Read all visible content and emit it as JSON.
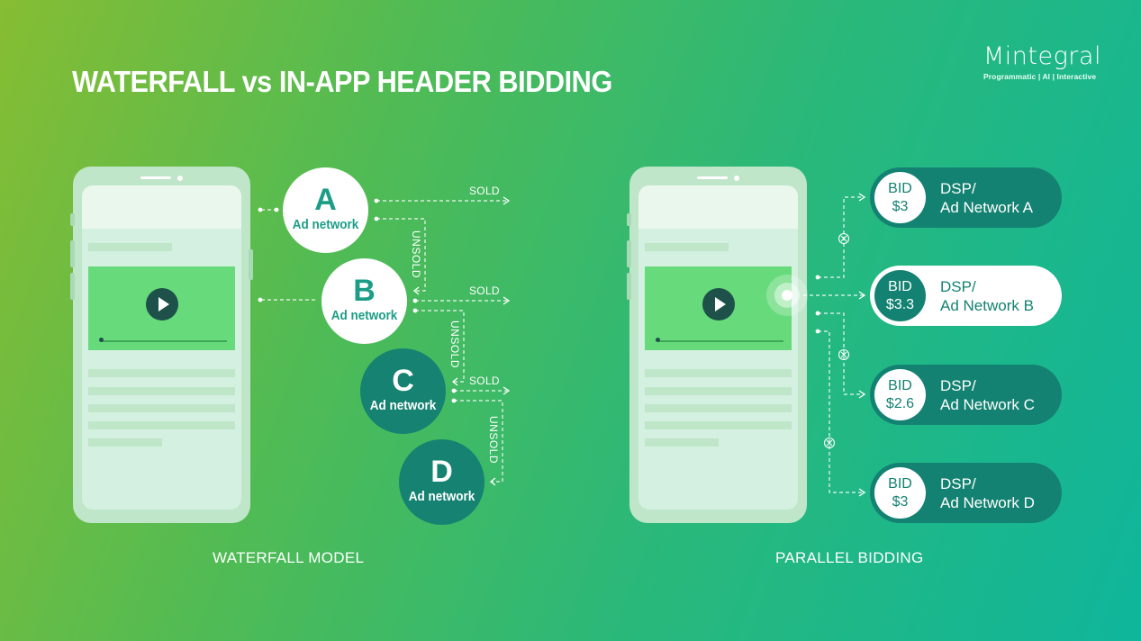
{
  "title": "WATERFALL vs IN-APP HEADER BIDDING",
  "logo": {
    "name": "Mintegral",
    "tagline": "Programmatic | AI | Interactive"
  },
  "waterfall": {
    "caption": "WATERFALL MODEL",
    "networks": [
      {
        "letter": "A",
        "label": "Ad network"
      },
      {
        "letter": "B",
        "label": "Ad network"
      },
      {
        "letter": "C",
        "label": "Ad network"
      },
      {
        "letter": "D",
        "label": "Ad network"
      }
    ],
    "sold_label": "SOLD",
    "unsold_label": "UNSOLD"
  },
  "parallel": {
    "caption": "PARALLEL BIDDING",
    "bids": [
      {
        "bid_label": "BID",
        "amount": "$3",
        "dsp": "DSP/",
        "network": "Ad Network A"
      },
      {
        "bid_label": "BID",
        "amount": "$3.3",
        "dsp": "DSP/",
        "network": "Ad Network B"
      },
      {
        "bid_label": "BID",
        "amount": "$2.6",
        "dsp": "DSP/",
        "network": "Ad Network C"
      },
      {
        "bid_label": "BID",
        "amount": "$3",
        "dsp": "DSP/",
        "network": "Ad Network D"
      }
    ]
  }
}
